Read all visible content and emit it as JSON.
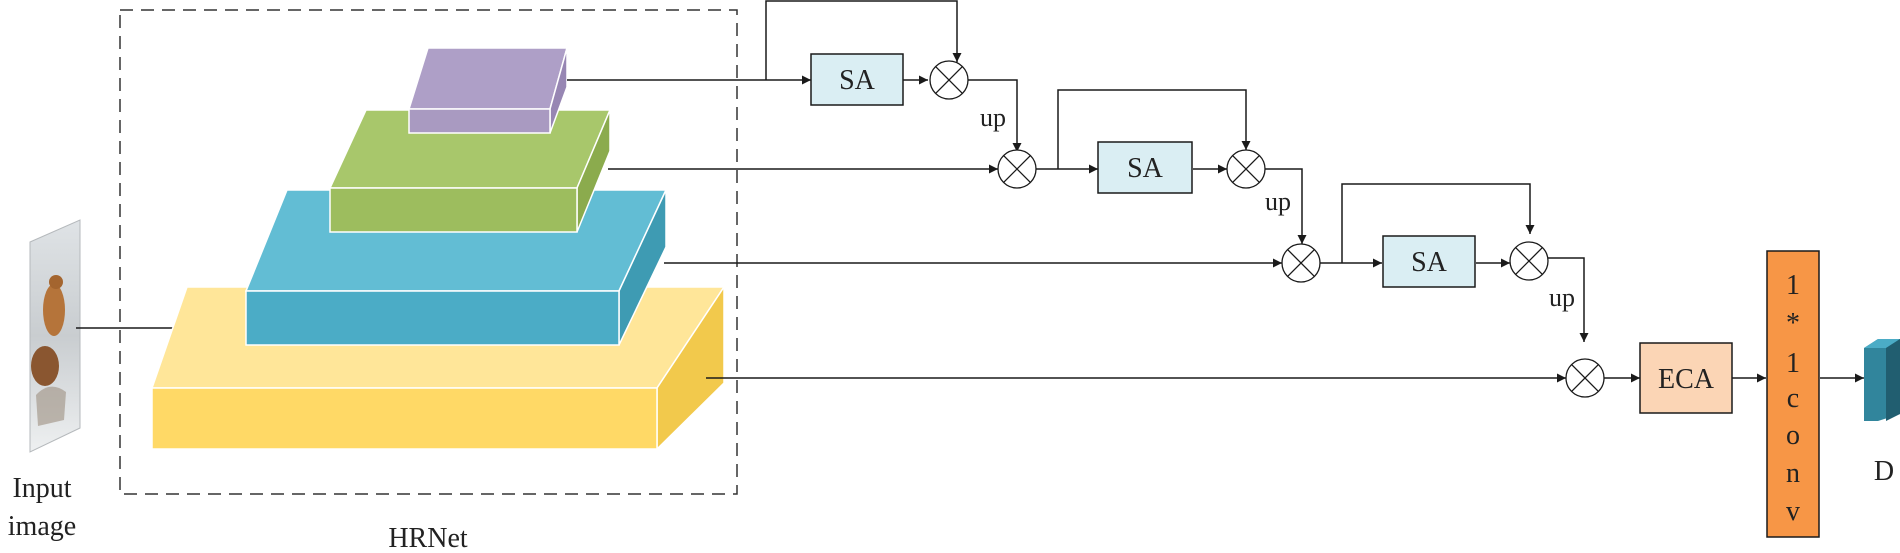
{
  "input": {
    "label_line1": "Input",
    "label_line2": "image"
  },
  "backbone": {
    "label": "HRNet"
  },
  "modules": {
    "sa_label": "SA",
    "up_label": "up",
    "eca_label": "ECA",
    "conv_chars": [
      "1",
      "*",
      "1",
      "c",
      "o",
      "n",
      "v"
    ]
  },
  "output": {
    "label": "D"
  },
  "colors": {
    "purple_block": "#A99AC1",
    "green_block": "#9DBD5E",
    "blue_block": "#4BACC6",
    "yellow_block": "#FFD966",
    "sa_fill": "#DAEEF3",
    "eca_fill": "#FBD5B5",
    "conv_fill": "#F79646",
    "output_fill": "#31859C"
  }
}
